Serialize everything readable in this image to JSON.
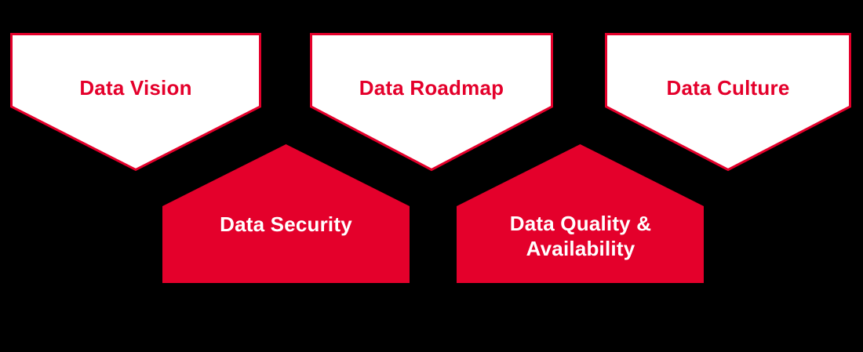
{
  "colors": {
    "background": "#000000",
    "red": "#e4002b",
    "white": "#ffffff"
  },
  "diagram": {
    "top_row": [
      {
        "label": "Data Vision"
      },
      {
        "label": "Data Roadmap"
      },
      {
        "label": "Data Culture"
      }
    ],
    "bottom_row": [
      {
        "label": "Data Security"
      },
      {
        "label": "Data Quality & Availability"
      }
    ]
  }
}
